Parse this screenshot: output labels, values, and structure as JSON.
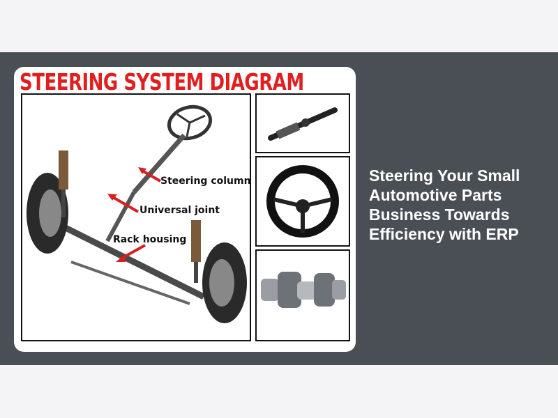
{
  "diagram": {
    "title": "STEERING SYSTEM DIAGRAM",
    "labels": {
      "steering_column": "Steering column",
      "universal_joint": "Universal joint",
      "rack_housing": "Rack housing"
    },
    "colors": {
      "title": "#e02020",
      "arrow": "#d62020"
    }
  },
  "headline": "Steering Your Small Automotive Parts Business Towards Efficiency with ERP",
  "colors": {
    "page_bg": "#f4f4f6",
    "banner_bg": "#4a4e55",
    "headline_text": "#ffffff"
  }
}
